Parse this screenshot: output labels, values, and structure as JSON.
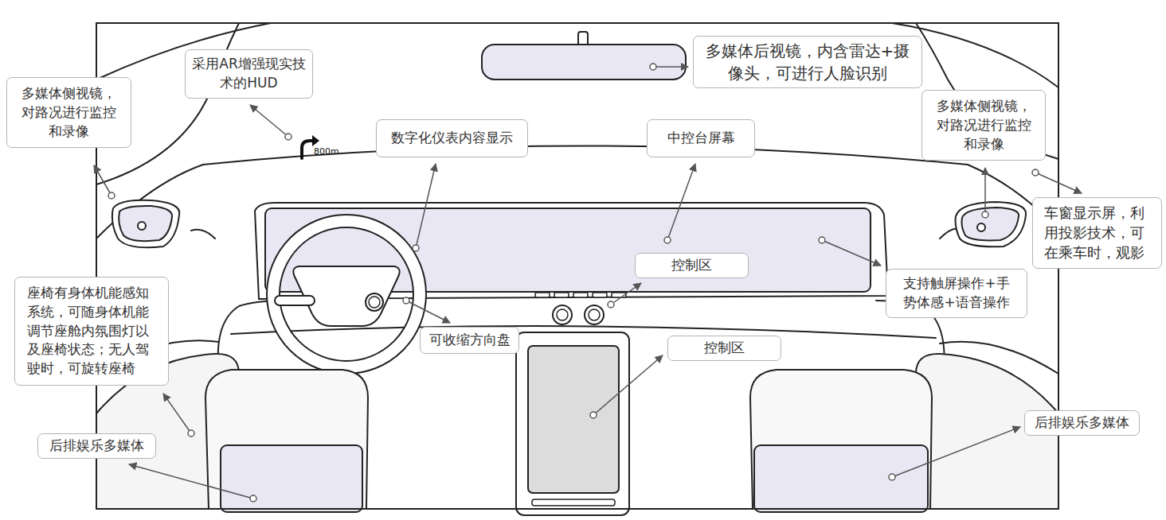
{
  "diagram": {
    "nodes": [
      {
        "text": [
          "多媒体后视镜，内含雷达+摄像头，可进行人脸识别"
        ]
      },
      {
        "text": [
          "采用AR增强现实技术的HUD"
        ]
      },
      {
        "text": [
          "多媒体侧视镜，对路况进行监控和录像"
        ]
      },
      {
        "text": [
          "多媒体侧视镜，对路况进行监控和录像"
        ]
      },
      {
        "text": [
          "数字化仪表内容显示"
        ]
      },
      {
        "text": [
          "中控台屏幕"
        ]
      },
      {
        "text": [
          "车窗显示屏，利用投影技术，可在乘车时，观影"
        ]
      },
      {
        "text": [
          "控制区"
        ]
      },
      {
        "text": [
          "支持触屏操作+手势体感+语音操作"
        ]
      },
      {
        "text": [
          "座椅有身体机能感知系统，可随身体机能调节座舱内氛围灯以及座椅状态；无人驾驶时，可旋转座椅"
        ]
      },
      {
        "text": [
          "可收缩方向盘"
        ]
      },
      {
        "text": [
          "控制区"
        ]
      },
      {
        "text": [
          "后排娱乐多媒体"
        ]
      },
      {
        "text": [
          "后排娱乐多媒体"
        ]
      }
    ],
    "labels": [
      "800m"
    ]
  }
}
